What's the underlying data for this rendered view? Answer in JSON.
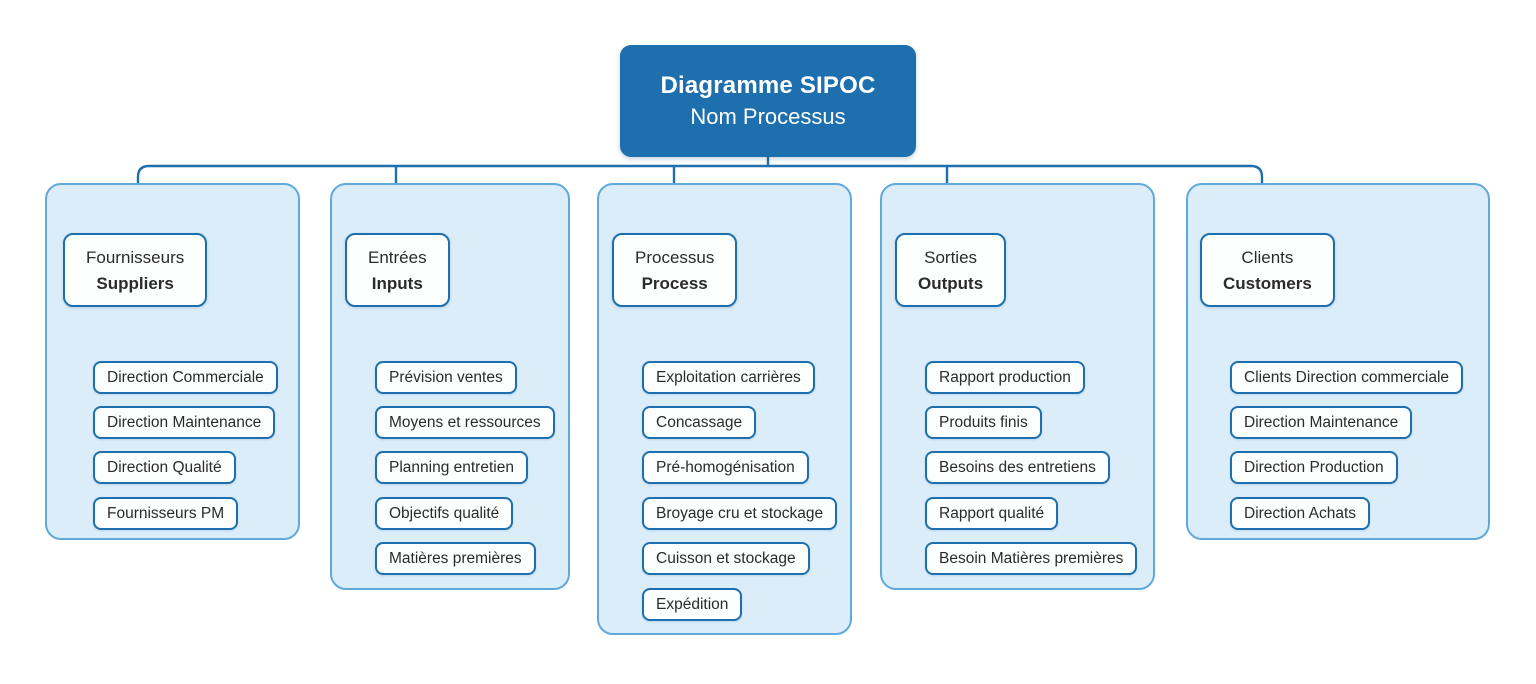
{
  "diagram": {
    "title": "Diagramme SIPOC",
    "subtitle": "Nom Processus"
  },
  "columns": [
    {
      "id": "suppliers",
      "label_fr": "Fournisseurs",
      "label_en": "Suppliers",
      "items": [
        "Direction Commerciale",
        "Direction Maintenance",
        "Direction Qualité",
        "Fournisseurs PM"
      ]
    },
    {
      "id": "inputs",
      "label_fr": "Entrées",
      "label_en": "Inputs",
      "items": [
        "Prévision ventes",
        "Moyens et ressources",
        "Planning entretien",
        "Objectifs qualité",
        "Matières premières"
      ]
    },
    {
      "id": "process",
      "label_fr": "Processus",
      "label_en": "Process",
      "items": [
        "Exploitation carrières",
        "Concassage",
        "Pré-homogénisation",
        "Broyage cru et stockage",
        "Cuisson et stockage",
        "Expédition"
      ]
    },
    {
      "id": "outputs",
      "label_fr": "Sorties",
      "label_en": "Outputs",
      "items": [
        "Rapport production",
        "Produits finis",
        "Besoins des entretiens",
        "Rapport qualité",
        "Besoin Matières premières"
      ]
    },
    {
      "id": "customers",
      "label_fr": "Clients",
      "label_en": "Customers",
      "items": [
        "Clients Direction commerciale",
        "Direction Maintenance",
        "Direction Production",
        "Direction Achats"
      ]
    }
  ],
  "colors": {
    "accent": "#1d6fae",
    "column_fill": "#dcedfa",
    "column_border": "#5fa9dd",
    "node_fill": "#fdfefe",
    "text": "#2b2b2b"
  }
}
